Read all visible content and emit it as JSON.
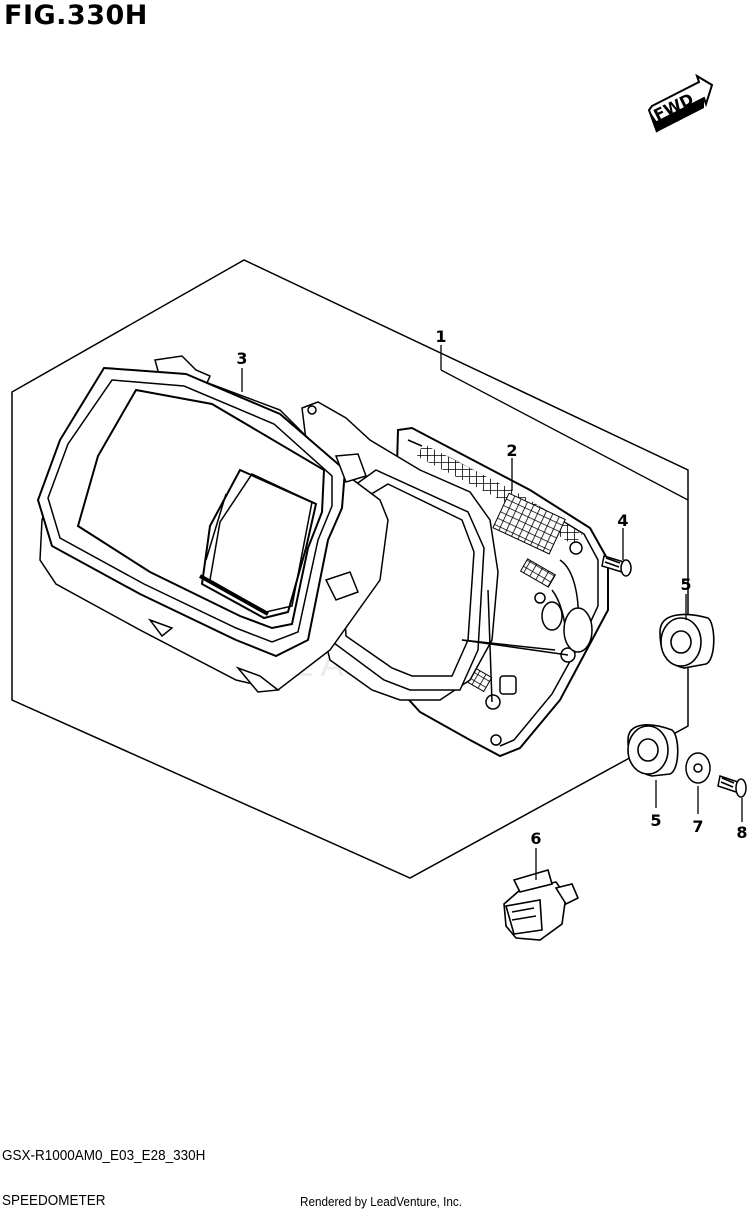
{
  "figure": {
    "title": "FIG.330H",
    "code": "GSX-R1000AM0_E03_E28_330H",
    "name": "SPEEDOMETER",
    "credit": "Rendered by LeadVenture, Inc.",
    "fwd_label": "FWD",
    "watermark": "LEADVENTURE"
  },
  "callouts": [
    {
      "id": "1",
      "label": "1"
    },
    {
      "id": "2",
      "label": "2"
    },
    {
      "id": "3",
      "label": "3"
    },
    {
      "id": "4",
      "label": "4"
    },
    {
      "id": "5a",
      "label": "5"
    },
    {
      "id": "5b",
      "label": "5"
    },
    {
      "id": "6",
      "label": "6"
    },
    {
      "id": "7",
      "label": "7"
    },
    {
      "id": "8",
      "label": "8"
    }
  ]
}
